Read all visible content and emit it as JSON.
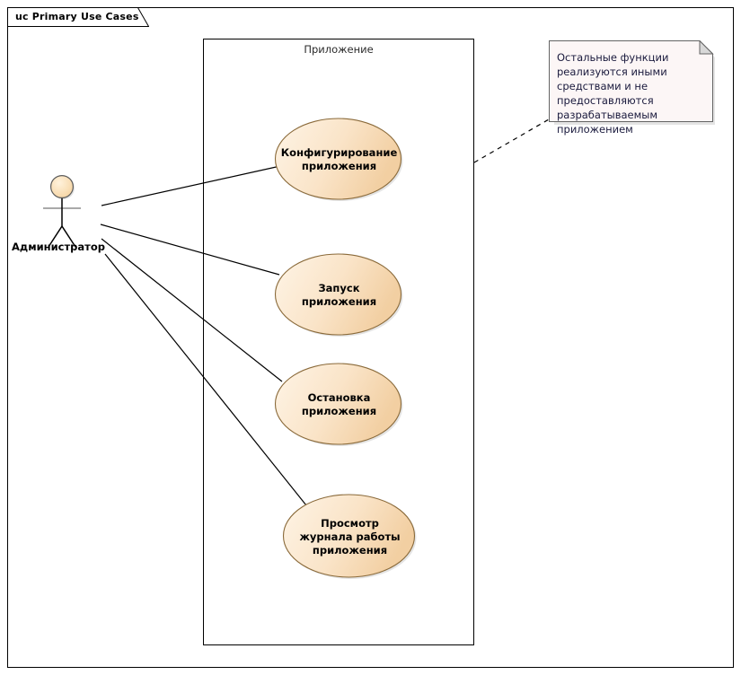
{
  "diagram": {
    "kind": "uml-use-case-diagram",
    "frame_title": "uc Primary Use Cases",
    "colors": {
      "use_case_fill_light": "#FDF0DE",
      "use_case_fill_dark": "#F3D3A8",
      "use_case_stroke": "#8a6a3a",
      "actor_fill": "#FBE0B6",
      "note_fill": "#FCF6F6",
      "note_stroke": "#646464",
      "line_stroke": "#000000",
      "note_text": "#1a1a3d",
      "boundary_label_text": "#2b2b2b"
    }
  },
  "system_boundary": {
    "label": "Приложение"
  },
  "actors": [
    {
      "id": "administrator",
      "label": "Администратор"
    }
  ],
  "use_cases": [
    {
      "id": "configure-application",
      "label": "Конфигурирование приложения",
      "lines": [
        "Конфигурирование",
        "приложения"
      ]
    },
    {
      "id": "start-application",
      "label": "Запуск приложения",
      "lines": [
        "Запуск приложения"
      ]
    },
    {
      "id": "stop-application",
      "label": "Остановка приложения",
      "lines": [
        "Остановка",
        "приложения"
      ]
    },
    {
      "id": "view-application-log",
      "label": "Просмотр журнала работы приложения",
      "lines": [
        "Просмотр журнала",
        "работы приложения"
      ]
    }
  ],
  "note": {
    "id": "other-functions-note",
    "text": "Остальные функции реализуются иными средствами и не предоставляются разрабатываемым приложением"
  },
  "associations": [
    {
      "from": "administrator",
      "to": "configure-application"
    },
    {
      "from": "administrator",
      "to": "start-application"
    },
    {
      "from": "administrator",
      "to": "stop-application"
    },
    {
      "from": "administrator",
      "to": "view-application-log"
    }
  ],
  "note_anchor": {
    "from": "other-functions-note",
    "to": "system_boundary",
    "style": "dashed"
  }
}
